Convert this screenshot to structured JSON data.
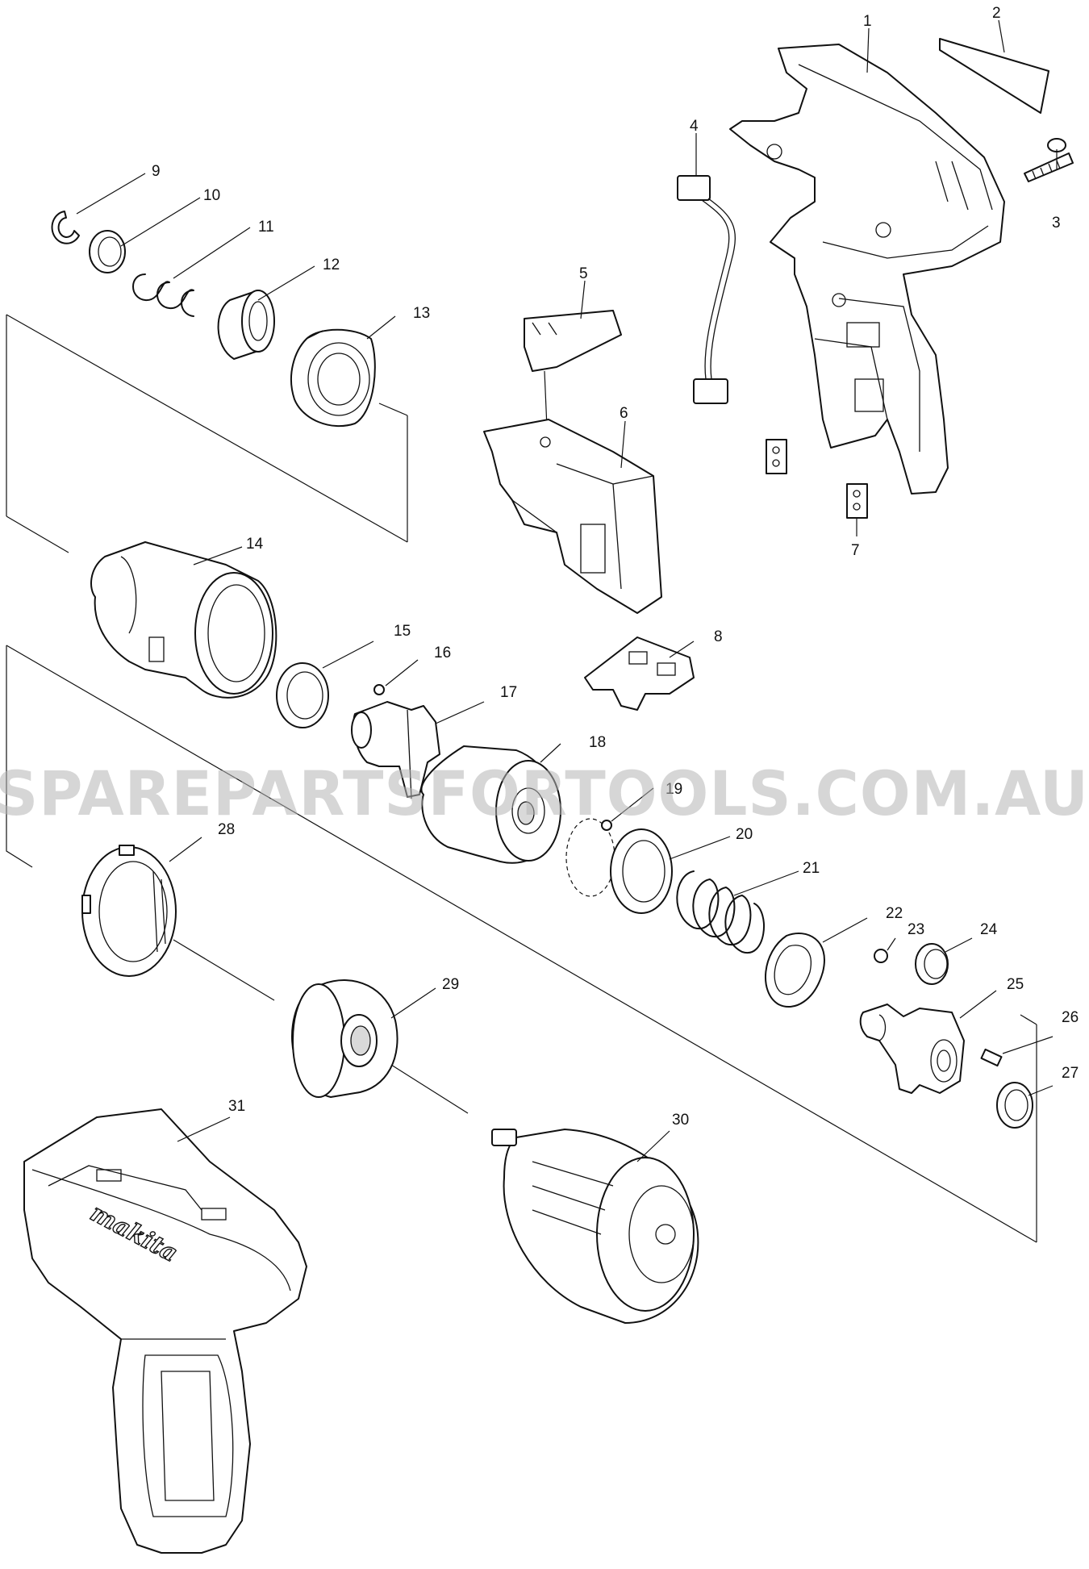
{
  "watermark": "SPAREPARTSFORTOOLS.COM.AU",
  "brand_logo": "makita",
  "callouts": [
    "1",
    "2",
    "3",
    "4",
    "5",
    "6",
    "7",
    "8",
    "9",
    "10",
    "11",
    "12",
    "13",
    "14",
    "15",
    "16",
    "17",
    "18",
    "19",
    "20",
    "21",
    "22",
    "23",
    "24",
    "25",
    "26",
    "27",
    "28",
    "29",
    "30",
    "31"
  ]
}
